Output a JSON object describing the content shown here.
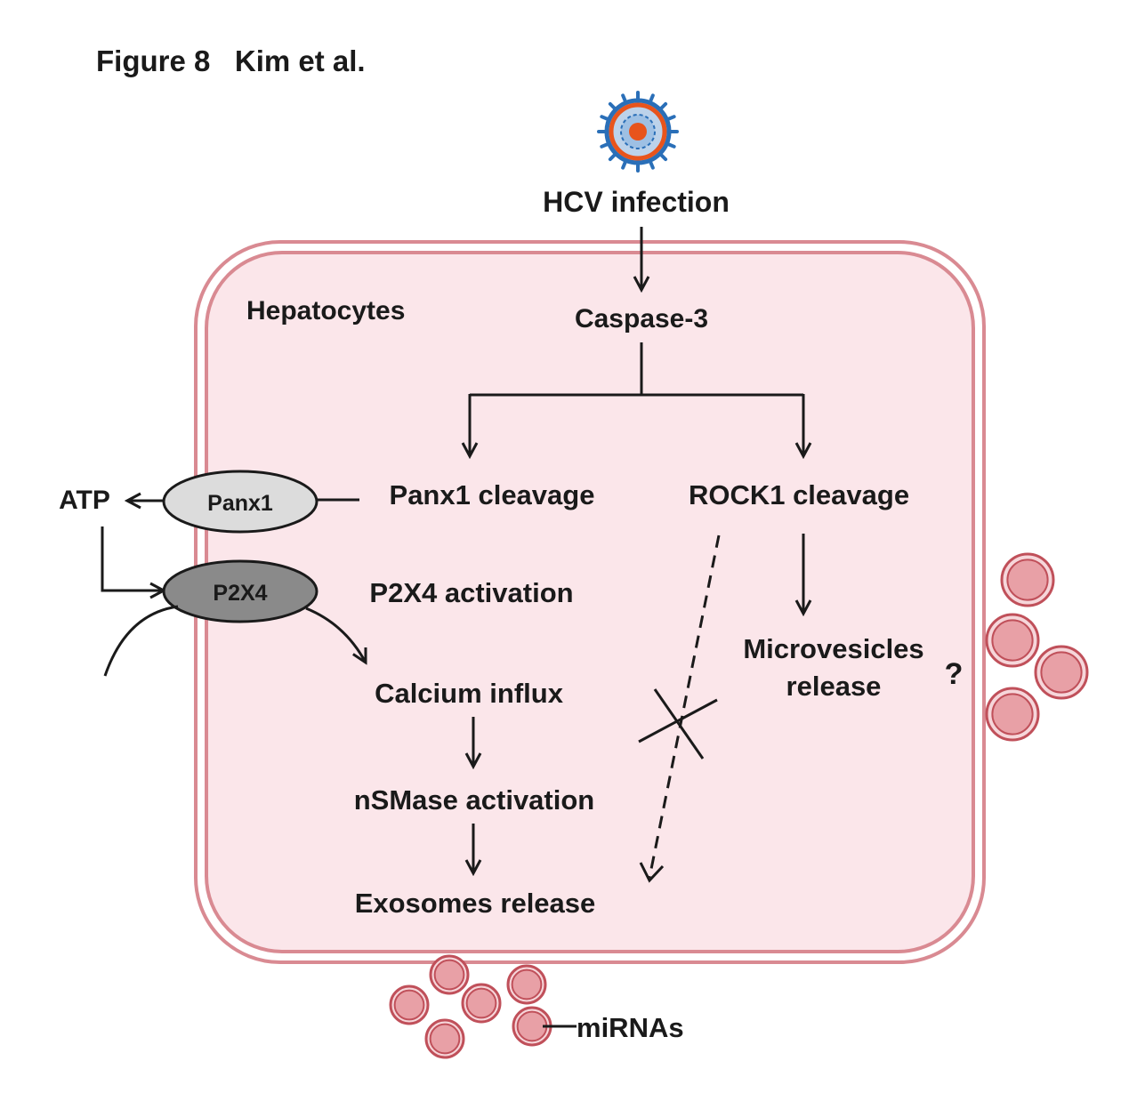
{
  "figure_label": "Figure 8   Kim et al.",
  "cell_label": "Hepatocytes",
  "nodes": {
    "hcv_infection": "HCV infection",
    "caspase3": "Caspase-3",
    "panx1_cleavage": "Panx1 cleavage",
    "rock1_cleavage": "ROCK1 cleavage",
    "atp": "ATP",
    "panx1_channel": "Panx1",
    "p2x4_receptor": "P2X4",
    "p2x4_activation": "P2X4 activation",
    "calcium_influx": "Calcium influx",
    "nsmase_activation": "nSMase activation",
    "exosomes_release": "Exosomes release",
    "microvesicles_line1": "Microvesicles",
    "microvesicles_line2": "release",
    "question_mark": "?",
    "mirnas": "miRNAs"
  },
  "colors": {
    "cell_fill": "#fbe6ea",
    "membrane": "#d98a92",
    "vesicle_fill": "#e8a0a6",
    "vesicle_stroke": "#c0505a",
    "panx1_fill": "#dcdcdc",
    "p2x4_fill": "#8a8a8a",
    "virus_core": "#e8541c",
    "virus_shell": "#2a6fb8"
  },
  "icons": [
    "hcv-virus-icon",
    "blocked-cross-icon"
  ]
}
